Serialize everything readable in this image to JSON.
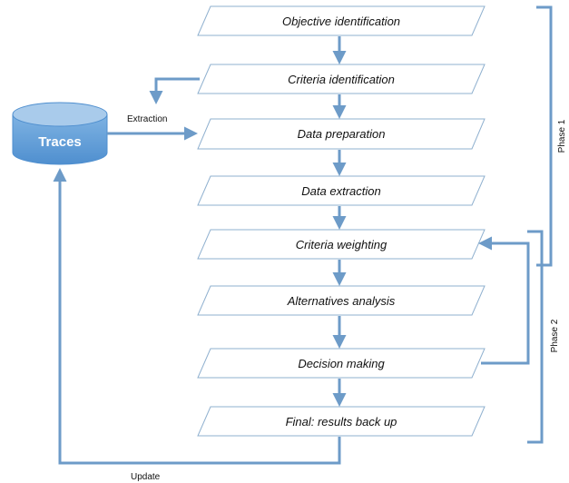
{
  "steps": [
    "Objective identification",
    "Criteria identification",
    "Data preparation",
    "Data extraction",
    "Criteria weighting",
    "Alternatives analysis",
    "Decision making",
    "Final: results back up"
  ],
  "database": {
    "label": "Traces"
  },
  "edge_labels": {
    "extraction": "Extraction",
    "update": "Update"
  },
  "phases": {
    "phase1": "Phase 1",
    "phase2": "Phase 2"
  },
  "colors": {
    "arrow": "#6d9bc8",
    "db_top": "#9ec3e6",
    "db_body": "#5b9bd5",
    "box_stroke": "#8fb0cf",
    "bracket": "#6d9bc8"
  }
}
